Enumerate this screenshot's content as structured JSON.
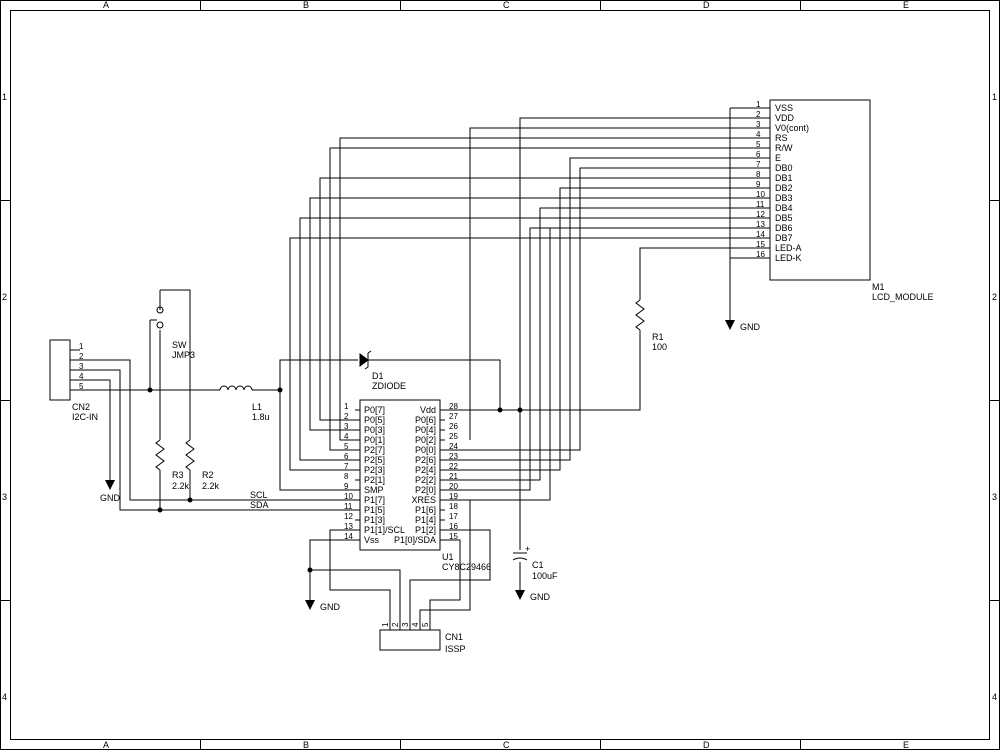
{
  "frame": {
    "columns": [
      "A",
      "B",
      "C",
      "D",
      "E"
    ],
    "rows": [
      "1",
      "2",
      "3",
      "4"
    ]
  },
  "lcd": {
    "ref": "M1",
    "value": "LCD_MODULE",
    "pins": [
      {
        "num": "1",
        "name": "VSS"
      },
      {
        "num": "2",
        "name": "VDD"
      },
      {
        "num": "3",
        "name": "V0(cont)"
      },
      {
        "num": "4",
        "name": "RS"
      },
      {
        "num": "5",
        "name": "R/W"
      },
      {
        "num": "6",
        "name": "E"
      },
      {
        "num": "7",
        "name": "DB0"
      },
      {
        "num": "8",
        "name": "DB1"
      },
      {
        "num": "9",
        "name": "DB2"
      },
      {
        "num": "10",
        "name": "DB3"
      },
      {
        "num": "11",
        "name": "DB4"
      },
      {
        "num": "12",
        "name": "DB5"
      },
      {
        "num": "13",
        "name": "DB6"
      },
      {
        "num": "14",
        "name": "DB7"
      },
      {
        "num": "15",
        "name": "LED-A"
      },
      {
        "num": "16",
        "name": "LED-K"
      }
    ]
  },
  "mcu": {
    "ref": "U1",
    "value": "CY8C29466",
    "left_pins": [
      {
        "num": "1",
        "name": "P0[7]"
      },
      {
        "num": "2",
        "name": "P0[5]"
      },
      {
        "num": "3",
        "name": "P0[3]"
      },
      {
        "num": "4",
        "name": "P0[1]"
      },
      {
        "num": "5",
        "name": "P2[7]"
      },
      {
        "num": "6",
        "name": "P2[5]"
      },
      {
        "num": "7",
        "name": "P2[3]"
      },
      {
        "num": "8",
        "name": "P2[1]"
      },
      {
        "num": "9",
        "name": "SMP"
      },
      {
        "num": "10",
        "name": "P1[7]"
      },
      {
        "num": "11",
        "name": "P1[5]"
      },
      {
        "num": "12",
        "name": "P1[3]"
      },
      {
        "num": "13",
        "name": "P1[1]/SCL"
      },
      {
        "num": "14",
        "name": "Vss"
      }
    ],
    "right_pins": [
      {
        "num": "28",
        "name": "Vdd"
      },
      {
        "num": "27",
        "name": "P0[6]"
      },
      {
        "num": "26",
        "name": "P0[4]"
      },
      {
        "num": "25",
        "name": "P0[2]"
      },
      {
        "num": "24",
        "name": "P0[0]"
      },
      {
        "num": "23",
        "name": "P2[6]"
      },
      {
        "num": "22",
        "name": "P2[4]"
      },
      {
        "num": "21",
        "name": "P2[2]"
      },
      {
        "num": "20",
        "name": "P2[0]"
      },
      {
        "num": "19",
        "name": "XRES"
      },
      {
        "num": "18",
        "name": "P1[6]"
      },
      {
        "num": "17",
        "name": "P1[4]"
      },
      {
        "num": "16",
        "name": "P1[2]"
      },
      {
        "num": "15",
        "name": "P1[0]/SDA"
      }
    ]
  },
  "cn2": {
    "ref": "CN2",
    "value": "I2C-IN",
    "pins": [
      "1",
      "2",
      "3",
      "4",
      "5"
    ]
  },
  "cn1": {
    "ref": "CN1",
    "value": "ISSP",
    "pins": [
      "1",
      "2",
      "3",
      "4",
      "5"
    ]
  },
  "sw": {
    "ref": "SW",
    "value": "JMP3"
  },
  "l1": {
    "ref": "L1",
    "value": "1.8u"
  },
  "d1": {
    "ref": "D1",
    "value": "ZDIODE"
  },
  "r1": {
    "ref": "R1",
    "value": "100"
  },
  "r2": {
    "ref": "R2",
    "value": "2.2k"
  },
  "r3": {
    "ref": "R3",
    "value": "2.2k"
  },
  "c1": {
    "ref": "C1",
    "value": "100uF",
    "polarity": "+"
  },
  "nets": {
    "scl": "SCL",
    "sda": "SDA",
    "gnd": "GND"
  }
}
